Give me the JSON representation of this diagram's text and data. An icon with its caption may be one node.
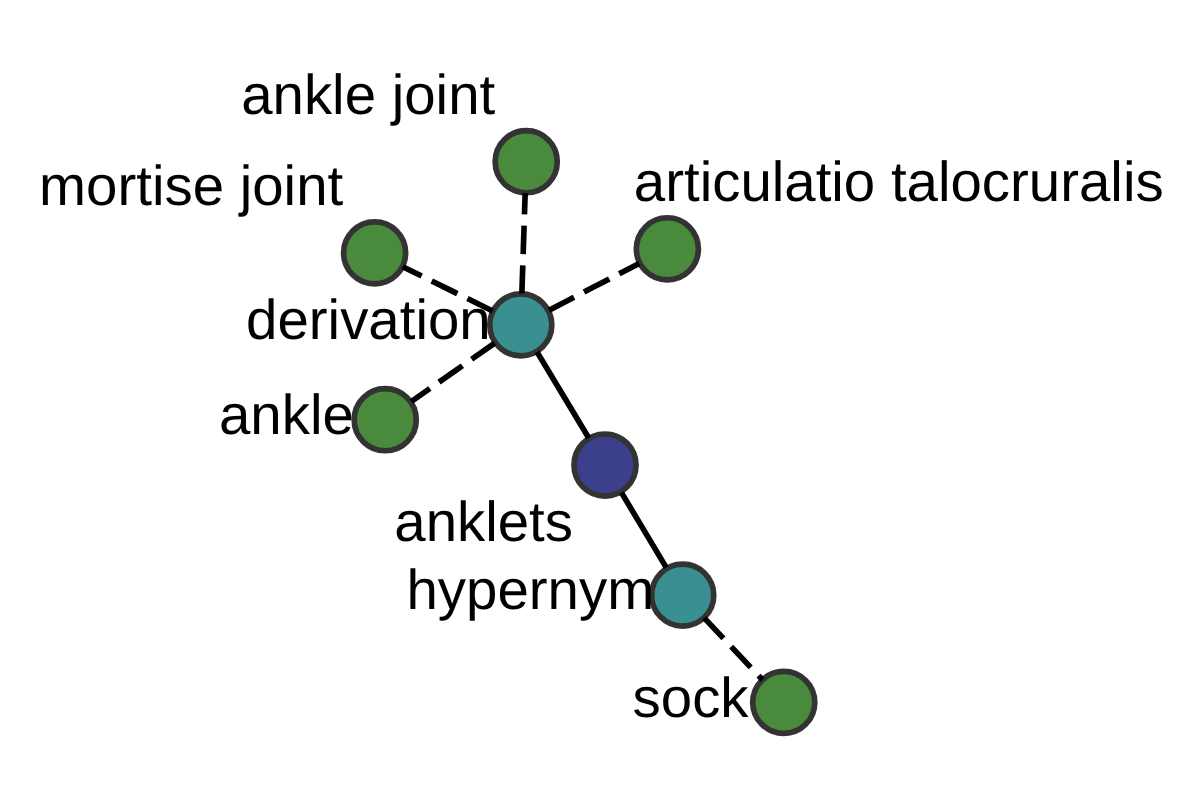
{
  "diagram": {
    "nodes": [
      {
        "text": [],
        "shape": "circle",
        "beside": [
          "anklets"
        ]
      },
      {
        "text": [],
        "shape": "circle",
        "beside": [
          "derivation"
        ]
      },
      {
        "text": [],
        "shape": "circle",
        "beside": [
          "hypernym"
        ]
      },
      {
        "text": [],
        "shape": "circle",
        "beside": [
          "ankle joint"
        ]
      },
      {
        "text": [],
        "shape": "circle",
        "beside": [
          "articulatio talocruralis"
        ]
      },
      {
        "text": [],
        "shape": "circle",
        "beside": [
          "mortise joint"
        ]
      },
      {
        "text": [],
        "shape": "circle",
        "beside": [
          "ankle"
        ]
      },
      {
        "text": [],
        "shape": "circle",
        "beside": [
          "sock"
        ]
      }
    ],
    "edges": [
      {
        "from": 0,
        "to": 1,
        "arrow": "none"
      },
      {
        "from": 0,
        "to": 2,
        "arrow": "none"
      },
      {
        "from": 1,
        "to": 3,
        "arrow": "none",
        "style": "dashed"
      },
      {
        "from": 1,
        "to": 4,
        "arrow": "none",
        "style": "dashed"
      },
      {
        "from": 1,
        "to": 5,
        "arrow": "none",
        "style": "dashed"
      },
      {
        "from": 1,
        "to": 6,
        "arrow": "none",
        "style": "dashed"
      },
      {
        "from": 2,
        "to": 7,
        "arrow": "none",
        "style": "dashed"
      }
    ]
  }
}
